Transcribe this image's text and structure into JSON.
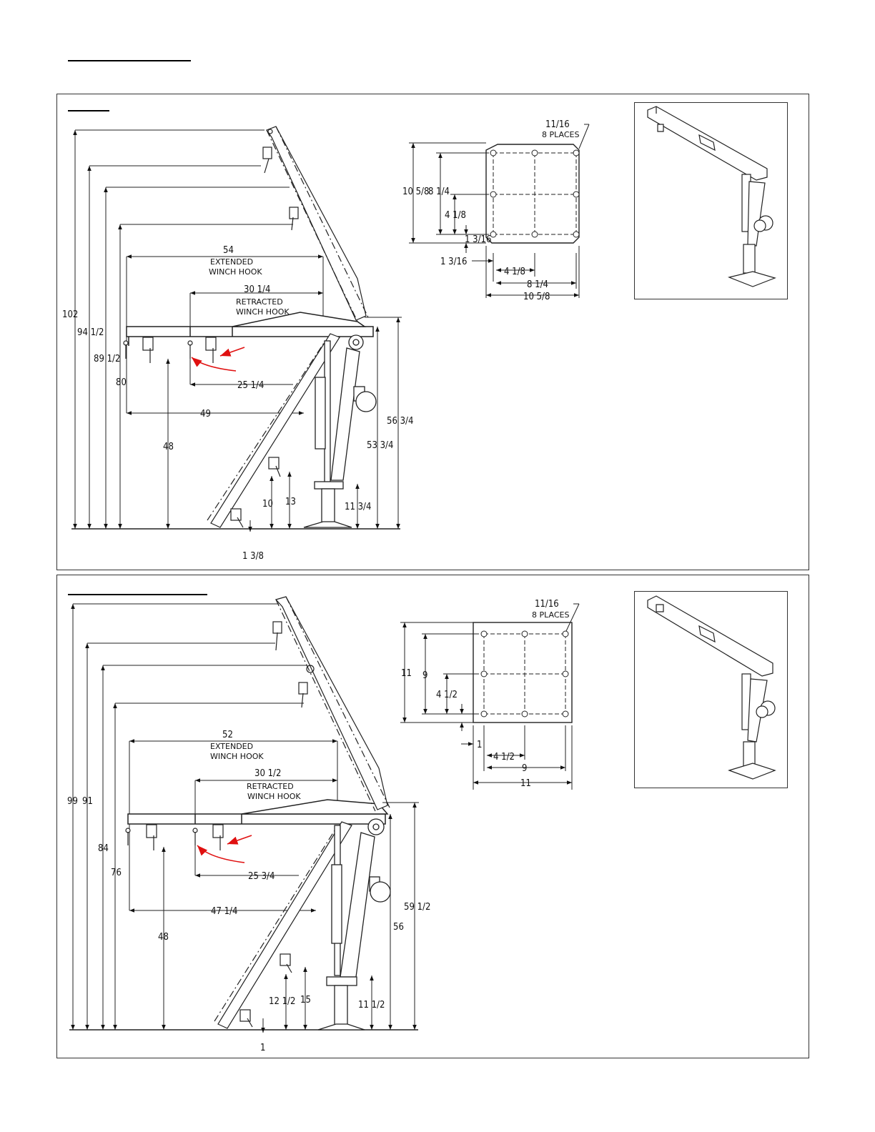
{
  "colors": {
    "line": "#222222",
    "arrow": "#e01010"
  },
  "icons": [
    "red-curved-arrow",
    "winch-hook-icon",
    "pulley-icon",
    "base-plate-icon",
    "crane-iso-view"
  ],
  "crane_a": {
    "heights": {
      "h1": "102",
      "h2": "94 1/2",
      "h3": "89 1/2",
      "h4": "80"
    },
    "reach": {
      "extended": "54",
      "retracted": "30 1/4",
      "r1": "25 1/4",
      "r2": "49"
    },
    "labels": {
      "extended": "EXTENDED",
      "retracted": "RETRACTED",
      "winch_hook": "WINCH HOOK"
    },
    "lower": {
      "h48": "48",
      "h10": "10",
      "h13": "13",
      "h11": "11 3/4",
      "h1": "1 3/8",
      "mast": "53 3/4",
      "boom": "56 3/4"
    },
    "plate": {
      "hole": "11/16",
      "places": "8 PLACES",
      "v_outer": "10 5/8",
      "v_mid": "8 1/4",
      "v_half": "4 1/8",
      "v_edge": "1 3/16",
      "h_edge": "1 3/16",
      "h_half": "4 1/8",
      "h_mid": "8 1/4",
      "h_outer": "10 5/8"
    }
  },
  "crane_b": {
    "heights": {
      "h1": "99",
      "h2": "91",
      "h3": "84",
      "h4": "76"
    },
    "reach": {
      "extended": "52",
      "retracted": "30 1/2",
      "r1": "25 3/4",
      "r2": "47 1/4"
    },
    "labels": {
      "extended": "EXTENDED",
      "retracted": "RETRACTED",
      "winch_hook": "WINCH HOOK"
    },
    "lower": {
      "h48": "48",
      "h12": "12 1/2",
      "h15": "15",
      "h11": "11 1/2",
      "h1": "1",
      "mast": "56",
      "boom": "59 1/2"
    },
    "plate": {
      "hole": "11/16",
      "places": "8 PLACES",
      "v_outer": "11",
      "v_mid": "9",
      "v_half": "4 1/2",
      "h_edge": "1",
      "h_half": "4 1/2",
      "h_mid": "9",
      "h_outer": "11"
    }
  }
}
